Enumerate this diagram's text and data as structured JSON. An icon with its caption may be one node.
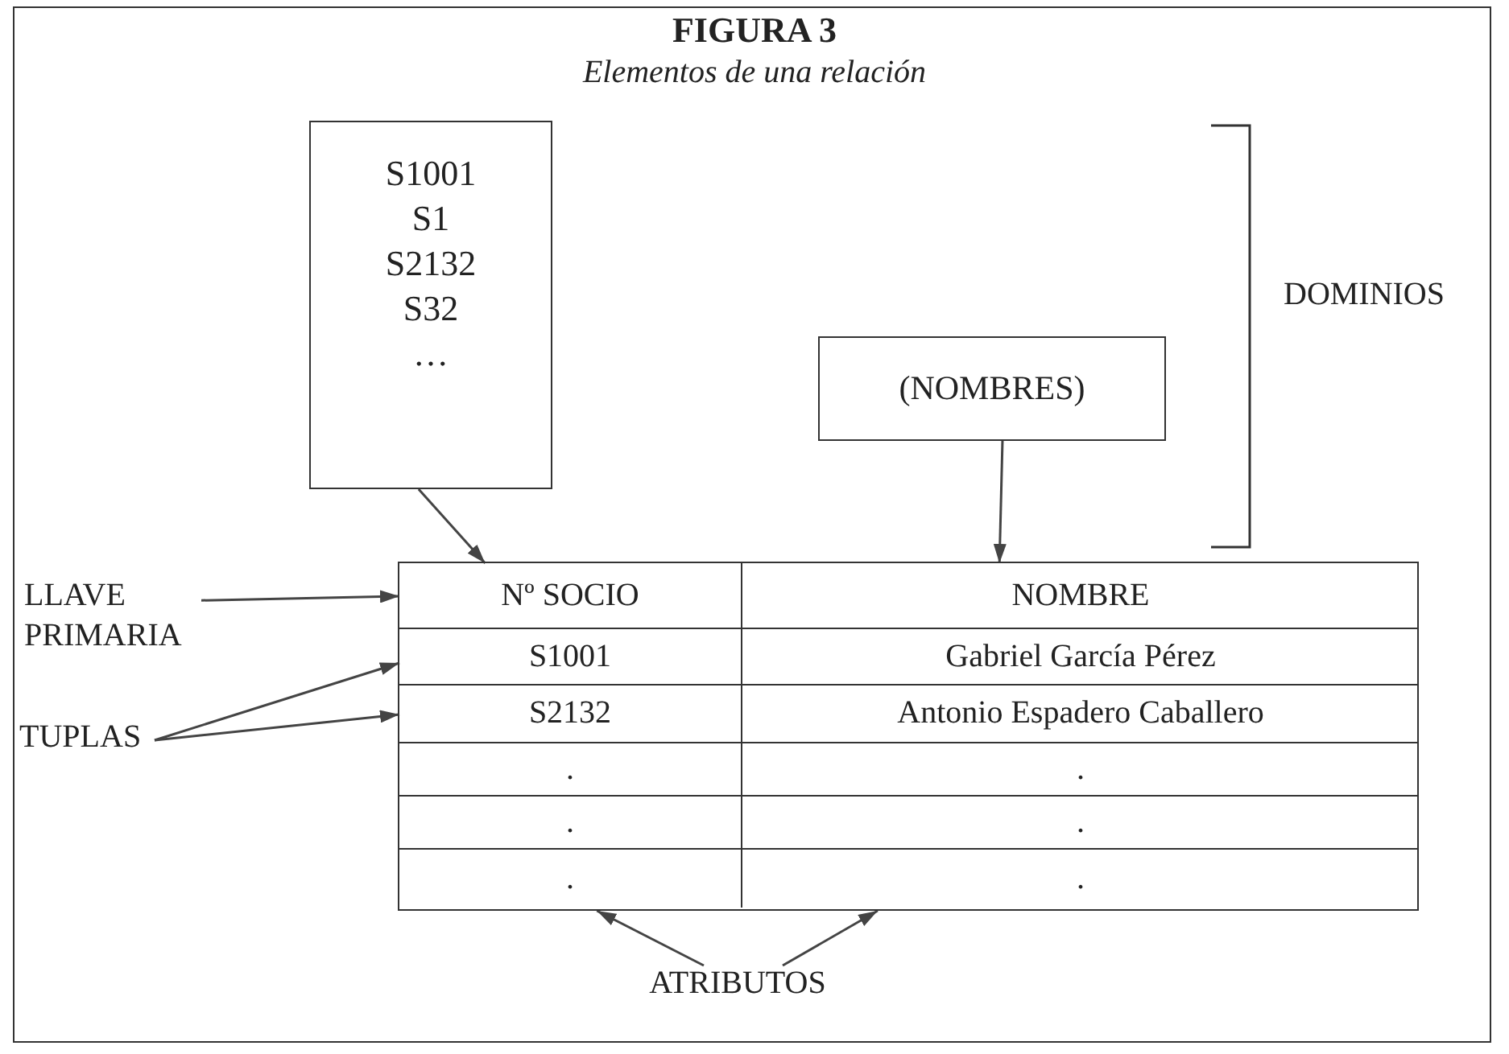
{
  "diagram": {
    "title": "FIGURA 3",
    "caption": "Elementos de una relación",
    "nodes": [
      {
        "text": [
          "S1001",
          "S1",
          "S2132",
          "S32",
          "…"
        ]
      },
      {
        "text": [
          "(NOMBRES)"
        ]
      },
      {
        "text": [],
        "shape": "box"
      },
      {
        "text": [
          "Nº SOCIO"
        ],
        "in": 2
      },
      {
        "text": [
          "NOMBRE"
        ],
        "in": 2
      },
      {
        "text": [
          "S1001"
        ],
        "in": 2
      },
      {
        "text": [
          "Gabriel García Pérez"
        ],
        "in": 2
      },
      {
        "text": [
          "S2132"
        ],
        "in": 2
      },
      {
        "text": [
          "Antonio Espadero Caballero"
        ],
        "in": 2
      },
      {
        "text": [
          "."
        ],
        "in": 2
      },
      {
        "text": [
          "."
        ],
        "in": 2
      },
      {
        "text": [
          "."
        ],
        "in": 2
      },
      {
        "text": [
          "."
        ],
        "in": 2
      },
      {
        "text": [
          "."
        ],
        "in": 2
      },
      {
        "text": [
          "."
        ],
        "in": 2
      },
      {
        "text": [
          "LLAVE PRIMARIA"
        ]
      },
      {
        "text": [
          "TUPLAS"
        ]
      },
      {
        "text": [
          "ATRIBUTOS"
        ]
      }
    ],
    "edges": [
      {
        "from": 0,
        "to": 3,
        "arrow": "to"
      },
      {
        "from": 1,
        "to": 4,
        "arrow": "to"
      },
      {
        "from": 15,
        "to": 3,
        "arrow": "to"
      },
      {
        "from": 16,
        "to": 5,
        "arrow": "to"
      },
      {
        "from": 16,
        "to": 7,
        "arrow": "to"
      },
      {
        "from": 17,
        "to": 2,
        "arrow": "to"
      },
      {
        "from": 17,
        "to": 2,
        "arrow": "to"
      }
    ],
    "labels": [
      "DOMINIOS"
    ]
  }
}
